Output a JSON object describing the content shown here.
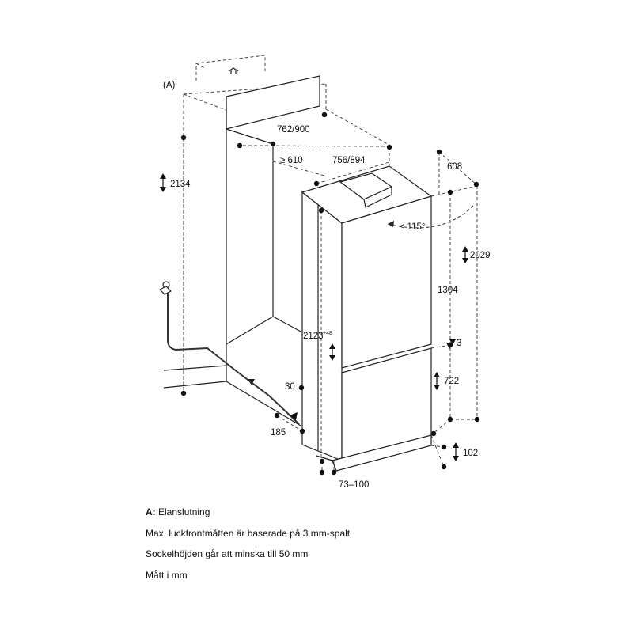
{
  "diagram": {
    "label_a": "(A)",
    "dimensions": {
      "niche_width": "762/900",
      "niche_depth_min": "≥ 610",
      "appliance_width": "756/894",
      "appliance_depth": "608",
      "door_angle": "≤ 115°",
      "niche_height": "2134",
      "appliance_height": "2029",
      "fridge_door_height": "1304",
      "door_gap": "3",
      "freezer_door_height": "722",
      "niche_min_height": "2123",
      "niche_min_height_tolerance": "+48",
      "vent_gap": "30",
      "plinth_depth": "185",
      "plinth_height": "102",
      "plinth_setback": "73–100"
    }
  },
  "legend": {
    "a_key": "A:",
    "a_text": " Elanslutning",
    "note_1": "Max. luckfrontmåtten är baserade på 3 mm-spalt",
    "note_2": "Sockelhöjden går att minska till 50 mm",
    "note_3": "Mått i mm"
  }
}
